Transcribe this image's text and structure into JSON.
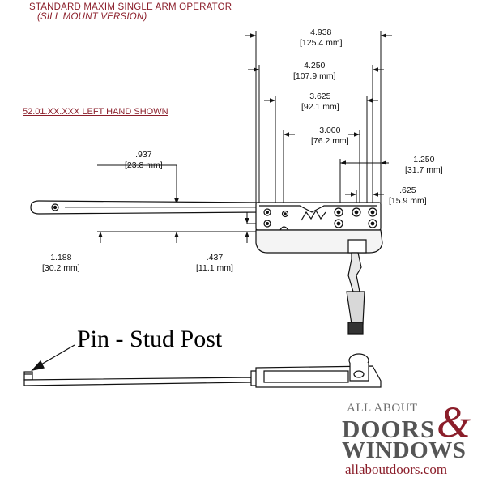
{
  "title": {
    "line1": "STANDARD MAXIM SINGLE ARM OPERATOR",
    "line2": "(SILL MOUNT VERSION)"
  },
  "part_note": "52.01.XX.XXX LEFT HAND SHOWN",
  "dimensions": {
    "d4938": {
      "in": "4.938",
      "mm": "[125.4 mm]"
    },
    "d4250": {
      "in": "4.250",
      "mm": "[107.9 mm]"
    },
    "d3625": {
      "in": "3.625",
      "mm": "[92.1 mm]"
    },
    "d3000": {
      "in": "3.000",
      "mm": "[76.2 mm]"
    },
    "d1250": {
      "in": "1.250",
      "mm": "[31.7 mm]"
    },
    "d0625": {
      "in": ".625",
      "mm": "[15.9 mm]"
    },
    "d0937": {
      "in": ".937",
      "mm": "[23.8 mm]"
    },
    "d1188": {
      "in": "1.188",
      "mm": "[30.2 mm]"
    },
    "d0437": {
      "in": ".437",
      "mm": "[11.1 mm]"
    }
  },
  "callout": "Pin - Stud Post",
  "logo": {
    "line1": "ALL ABOUT",
    "line2": "DOORS",
    "amp": "&",
    "line3": "WINDOWS",
    "url": "allaboutdoors.com"
  },
  "colors": {
    "title": "#8b1e2a",
    "line": "#111111",
    "logo_gray": "#555555",
    "logo_red": "#8b1e2a"
  }
}
